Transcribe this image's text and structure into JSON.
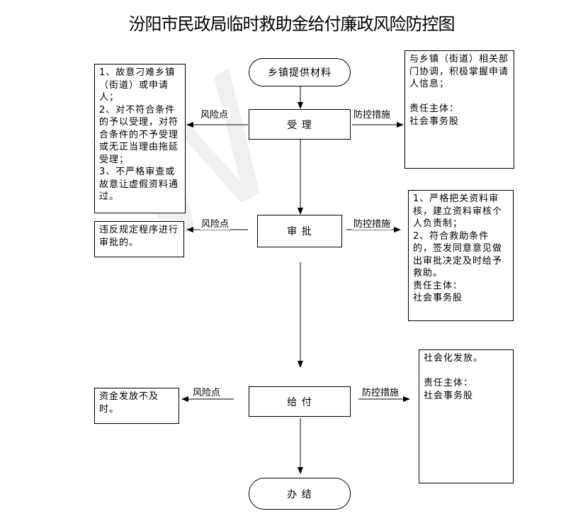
{
  "title": "汾阳市民政局临时救助金给付廉政风险防控图",
  "steps": {
    "start": "乡镇提供材料",
    "accept": "受    理",
    "approve": "审    批",
    "pay": "给    付",
    "finish": "办    结"
  },
  "labels": {
    "risk": "风险点",
    "control": "防控措施"
  },
  "risks": {
    "accept": "1、故意刁难乡镇（街道）或申请人；\n2、对不符合条件的予以受理，对符合条件的不予受理或无正当理由拖延受理；\n3、不严格审查或故意让虚假资料通过。",
    "approve": "违反规定程序进行审批的。",
    "pay": "资金发放不及时。"
  },
  "controls": {
    "accept": "与乡镇（街道）相关部门协调，积极掌握申请人信息；\n\n    责任主体：\n    社会事务股",
    "approve": "1、严格把关资料审核，建立资料审核个人负责制；\n2、符合救助条件的，签发同意意见做出审批决定及时给予救助。\n    责任主体：\n    社会事务股",
    "pay": "社会化发放。\n\n责任主体：\n  社会事务股"
  }
}
